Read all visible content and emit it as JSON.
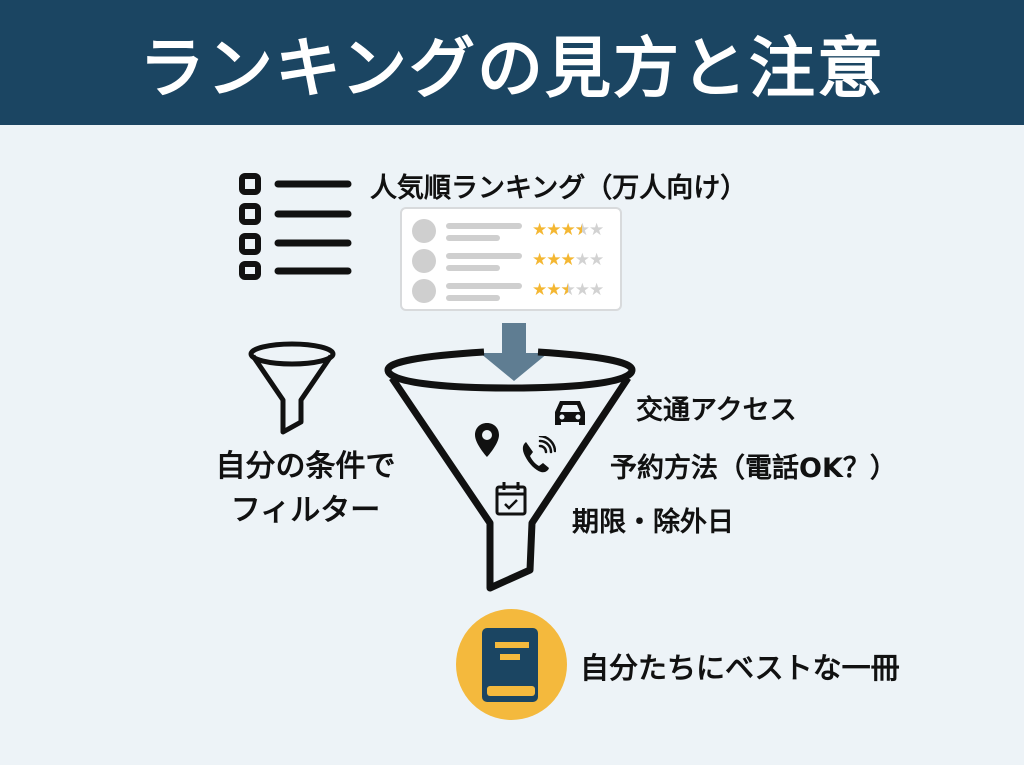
{
  "header": {
    "title": "ランキングの見方と注意"
  },
  "ranking": {
    "title": "人気順ランキング（万人向け）",
    "rows": [
      {
        "rating": 3.5,
        "stars": [
          "full",
          "full",
          "full",
          "half",
          "empty"
        ]
      },
      {
        "rating": 3.0,
        "stars": [
          "full",
          "full",
          "full",
          "empty",
          "empty"
        ]
      },
      {
        "rating": 2.5,
        "stars": [
          "full",
          "full",
          "half",
          "empty",
          "empty"
        ]
      }
    ]
  },
  "filter": {
    "label_line1": "自分の条件で",
    "label_line2": "フィルター"
  },
  "criteria": [
    {
      "icon": "car-icon",
      "label": "交通アクセス"
    },
    {
      "icon": "phone-icon",
      "label": "予約方法（電話OK？）"
    },
    {
      "icon": "calendar-icon",
      "label": "期限・除外日"
    }
  ],
  "result": {
    "label": "自分たちにベストな一冊"
  },
  "colors": {
    "header_bg": "#1b4562",
    "background": "#edf3f7",
    "arrow": "#5f7d92",
    "star_on": "#f4b732",
    "star_off": "#d2d2d2",
    "result_circle": "#f4b93d",
    "book": "#1b4562"
  }
}
